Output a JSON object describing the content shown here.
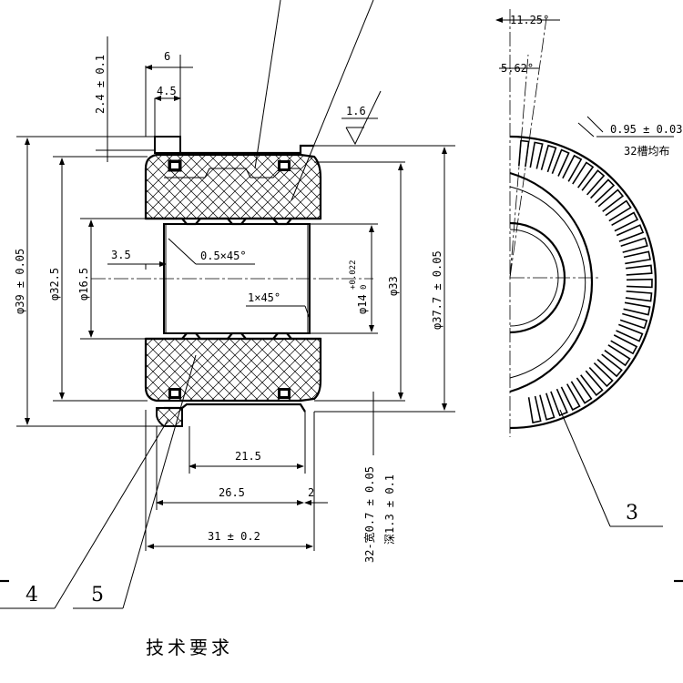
{
  "colors": {
    "ink": "#000000",
    "paper": "#ffffff"
  },
  "hatch_pattern": "crosshatch",
  "dimensions": {
    "width_6": "6",
    "width_4_5": "4.5",
    "tol_2_4": "2.4 ± 0.1",
    "roughness": "1.6",
    "dia_39": "φ39 ± 0.05",
    "dia_32_5": "φ32.5",
    "dia_16_5": "φ16.5",
    "len_3_5": "3.5",
    "chamfer_05": "0.5×45°",
    "chamfer_1": "1×45°",
    "dia_14": "φ14",
    "dia_14_upper": "+0.022",
    "dia_14_lower": "0",
    "dia_33": "φ33",
    "dia_37_7": "φ37.7 ± 0.05",
    "len_21_5": "21.5",
    "len_26_5": "26.5",
    "len_2": "2",
    "len_31": "31 ± 0.2",
    "groove_width": "32-宽0.7 ± 0.05",
    "groove_depth": "深1.3 ± 0.1",
    "angle_11_25": "11.25°",
    "angle_5_62": "5.62°",
    "slot_width": "0.95 ± 0.03",
    "slot_count": "32槽均布"
  },
  "callouts": {
    "c3": "3",
    "c4": "4",
    "c5": "5"
  },
  "section_title": "技术要求"
}
